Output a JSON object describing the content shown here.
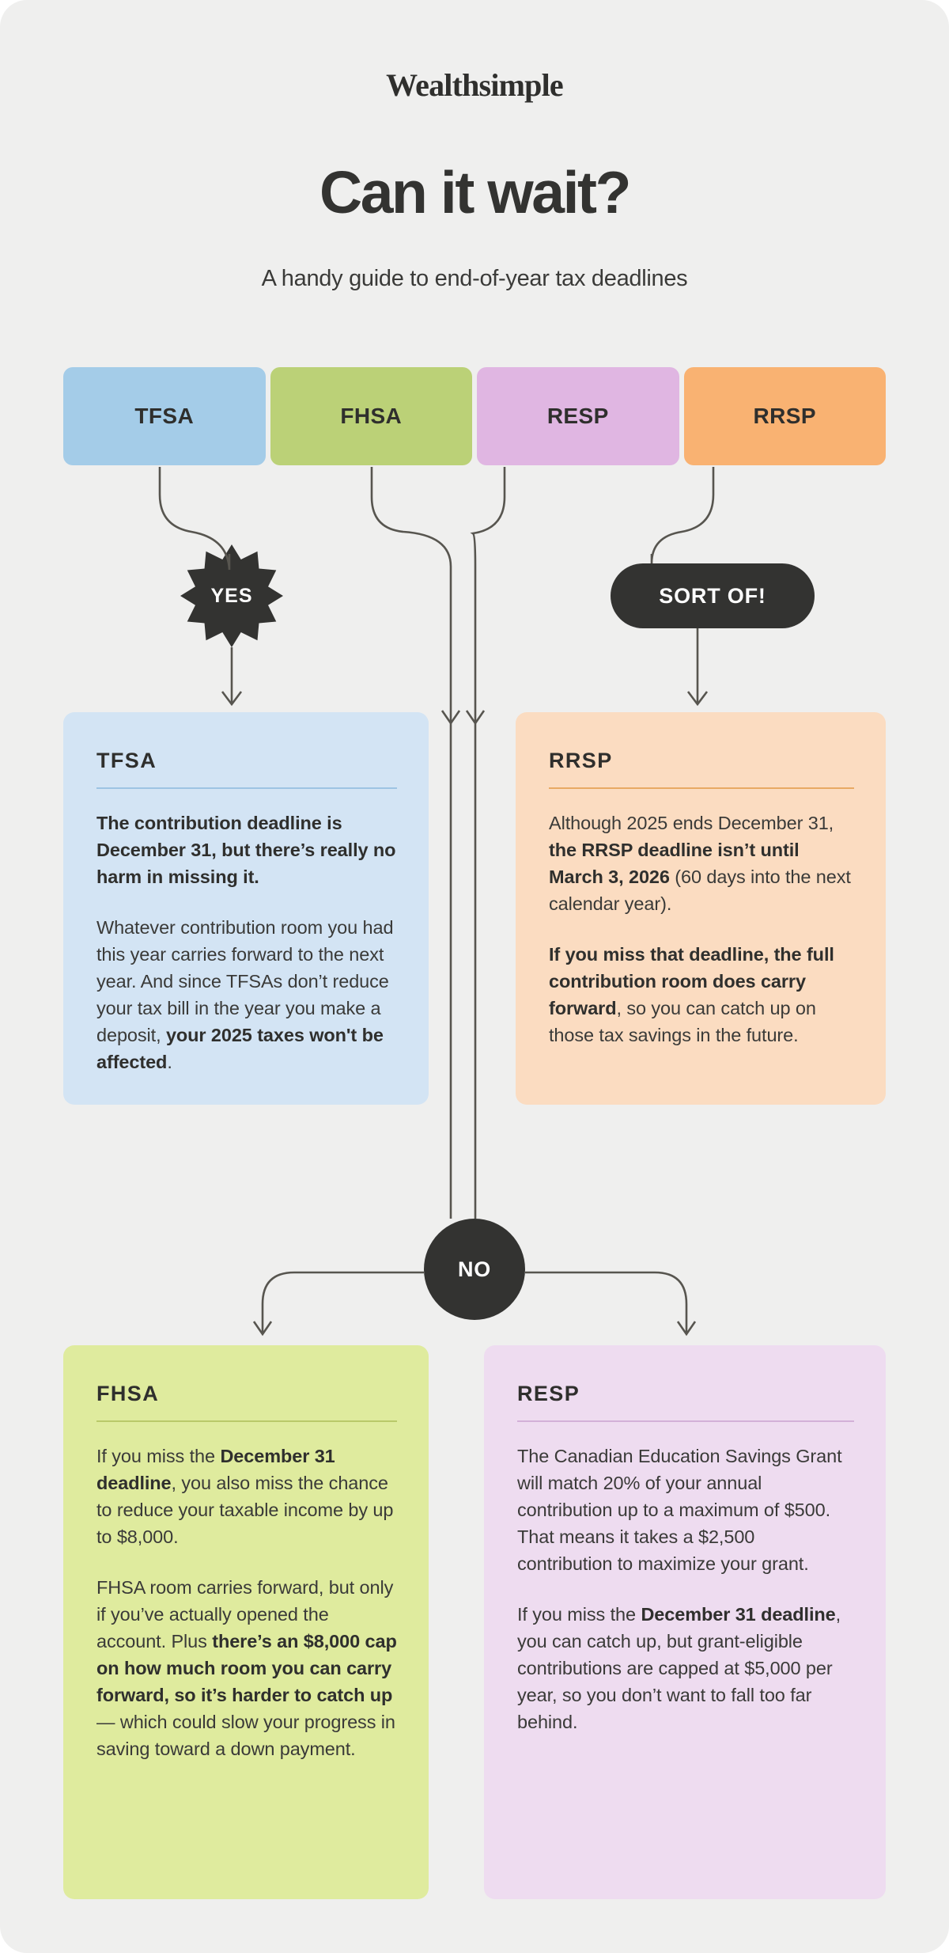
{
  "brand": "Wealthsimple",
  "header": {
    "title": "Can it wait?",
    "subtitle": "A handy guide to end-of-year tax deadlines"
  },
  "tabs": [
    {
      "label": "TFSA",
      "color": "#a4cce8"
    },
    {
      "label": "FHSA",
      "color": "#bbd177"
    },
    {
      "label": "RESP",
      "color": "#e0b6e2"
    },
    {
      "label": "RRSP",
      "color": "#f9b272"
    }
  ],
  "badges": {
    "yes": "YES",
    "sort_of": "SORT OF!",
    "no": "NO",
    "badge_color": "#333331",
    "badge_text_color": "#ffffff"
  },
  "cards": {
    "tfsa": {
      "title": "TFSA",
      "bg": "#d3e4f4",
      "rule_color": "#9dc4e3",
      "p1_a": "The contribution deadline is December 31, but there’s really no harm in missing it.",
      "p2_a": "Whatever contribution room you had this year carries forward to the next year. And since TFSAs don’t reduce your tax bill in the year you make a deposit, ",
      "p2_b": "your 2025 taxes won't be affected",
      "p2_c": "."
    },
    "rrsp": {
      "title": "RRSP",
      "bg": "#fbdcc1",
      "rule_color": "#e8a964",
      "p1_a": "Although 2025 ends December 31, ",
      "p1_b": "the RRSP deadline isn’t until March 3, 2026",
      "p1_c": " (60 days into the next calendar year).",
      "p2_a": "If you miss that deadline, the full contribution room does carry forward",
      "p2_b": ", so you can catch up on those tax savings in the future."
    },
    "fhsa": {
      "title": "FHSA",
      "bg": "#dfeb9e",
      "rule_color": "#b9c96a",
      "p1_a": "If you miss the ",
      "p1_b": "December 31 deadline",
      "p1_c": ", you also miss the chance to reduce your taxable income by up to $8,000.",
      "p2_a": "FHSA room carries forward, but only if you’ve actually opened the account. Plus ",
      "p2_b": "there’s an $8,000 cap on how much room you can carry forward, so it’s harder to catch up",
      "p2_c": " — which could slow your progress in saving toward a down payment."
    },
    "resp": {
      "title": "RESP",
      "bg": "#eedcf0",
      "rule_color": "#d3b0d8",
      "p1_a": "The Canadian Education Savings Grant will match 20% of your annual contribution up to a maximum of $500. That means it takes a $2,500 contribution to maximize your grant.",
      "p2_a": "If you miss the ",
      "p2_b": "December 31 deadline",
      "p2_c": ", you can catch up, but grant-eligible contributions are capped at $5,000 per year, so you don’t want to fall too far behind."
    }
  }
}
